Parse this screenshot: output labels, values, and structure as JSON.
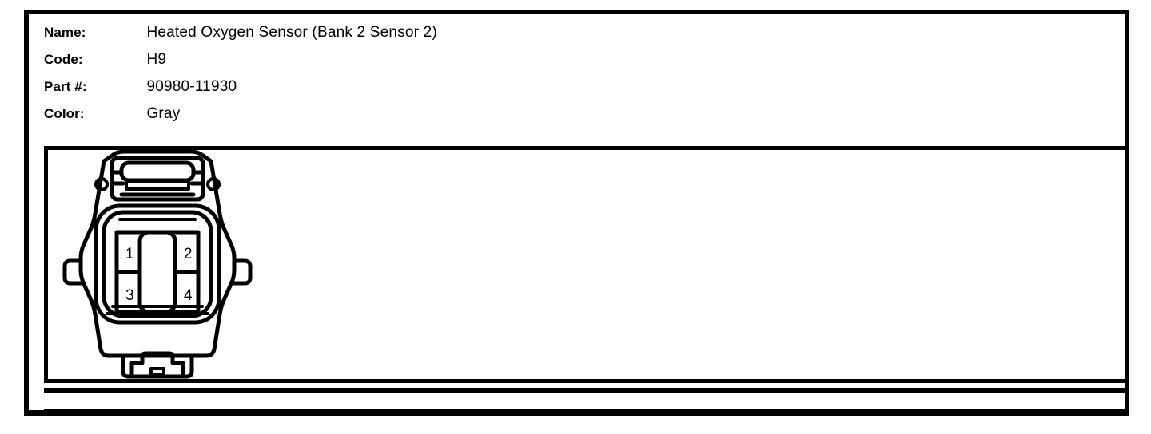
{
  "header": {
    "rows": [
      {
        "label": "Name:",
        "value": "Heated Oxygen Sensor (Bank 2 Sensor 2)"
      },
      {
        "label": "Code:",
        "value": "H9"
      },
      {
        "label": "Part #:",
        "value": "90980-11930"
      },
      {
        "label": "Color:",
        "value": "Gray"
      }
    ]
  },
  "diagram": {
    "name": "connector-face-view",
    "pins": [
      {
        "number": "1",
        "position": "top-left"
      },
      {
        "number": "2",
        "position": "top-right"
      },
      {
        "number": "3",
        "position": "bottom-left"
      },
      {
        "number": "4",
        "position": "bottom-right"
      }
    ],
    "features": [
      "top-latch",
      "left-alignment-hole",
      "right-alignment-hole",
      "left-side-ear",
      "right-side-ear",
      "center-divider-slot",
      "bottom-tab"
    ]
  },
  "colors": {
    "ink": "#000000",
    "paper": "#ffffff"
  }
}
